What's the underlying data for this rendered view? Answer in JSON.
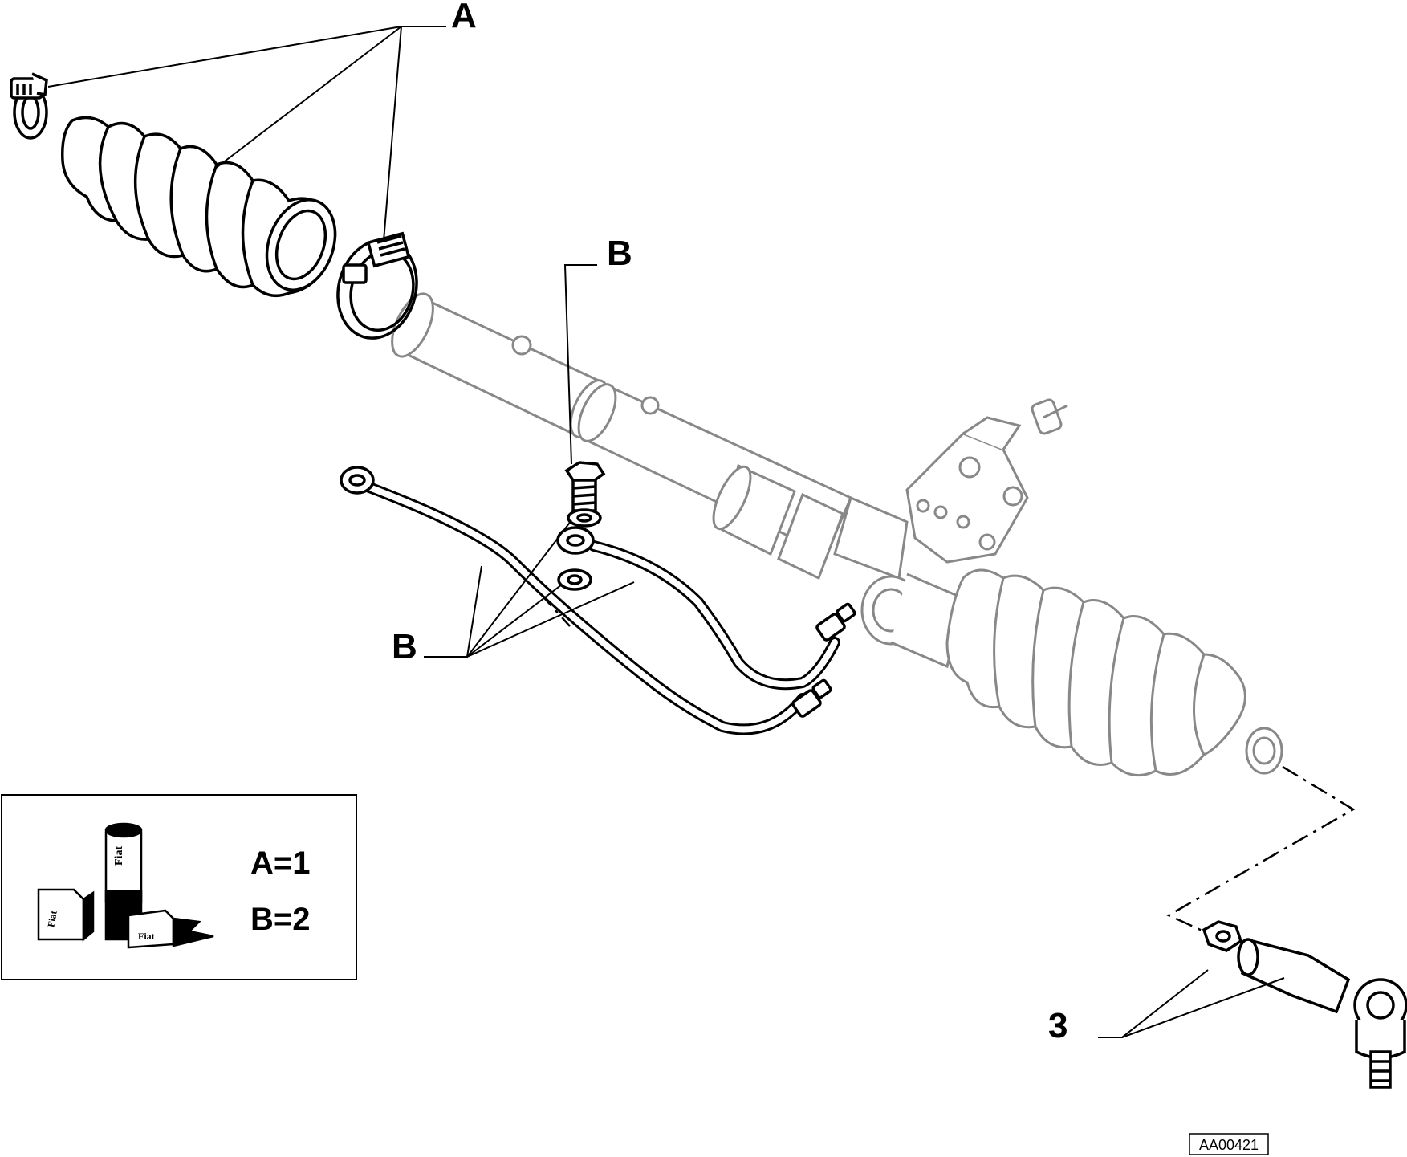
{
  "callouts": {
    "a_top": "A",
    "b_top": "B",
    "b_lower": "B",
    "three": "3"
  },
  "legend": {
    "line_a": "A=1",
    "line_b": "B=2",
    "product_brand": "Fiat"
  },
  "figure_ref": "AA00421"
}
